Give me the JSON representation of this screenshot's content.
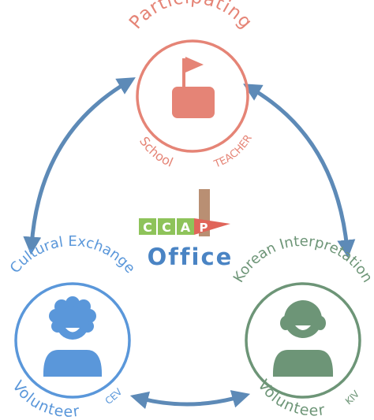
{
  "colors": {
    "school": "#e58476",
    "cev": "#5a97da",
    "kiv": "#6d9577",
    "arrow": "#5d8ab7",
    "office": "#4a84c4",
    "logo_green": "#8ec35a",
    "logo_brown": "#b98f73",
    "logo_red": "#e0655a"
  },
  "school": {
    "title": "Participating",
    "left_label": "School",
    "right_label": "TEACHER",
    "icon": "flag-on-box-icon"
  },
  "cev": {
    "title": "Cultural Exchange",
    "bottom_label": "Volunteer",
    "code": "CEV",
    "icon": "curly-hair-person-icon"
  },
  "kiv": {
    "title": "Korean Interpretation",
    "bottom_label": "Volunteer",
    "code": "KIV",
    "icon": "bald-person-icon"
  },
  "logo": {
    "letters": [
      "C",
      "C",
      "A",
      "P"
    ],
    "caption": "Office"
  }
}
